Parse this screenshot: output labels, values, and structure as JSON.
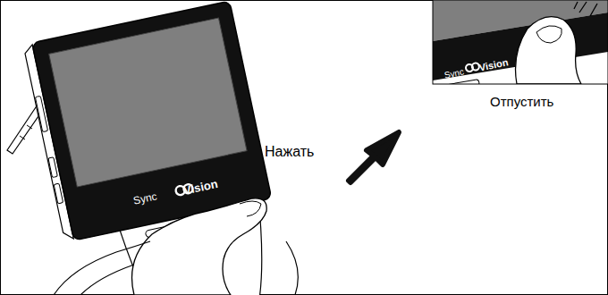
{
  "diagram": {
    "labels": [
      "Sync",
      "Vision",
      "Нажать",
      "Sync",
      "Vision",
      "Отпустить"
    ]
  }
}
